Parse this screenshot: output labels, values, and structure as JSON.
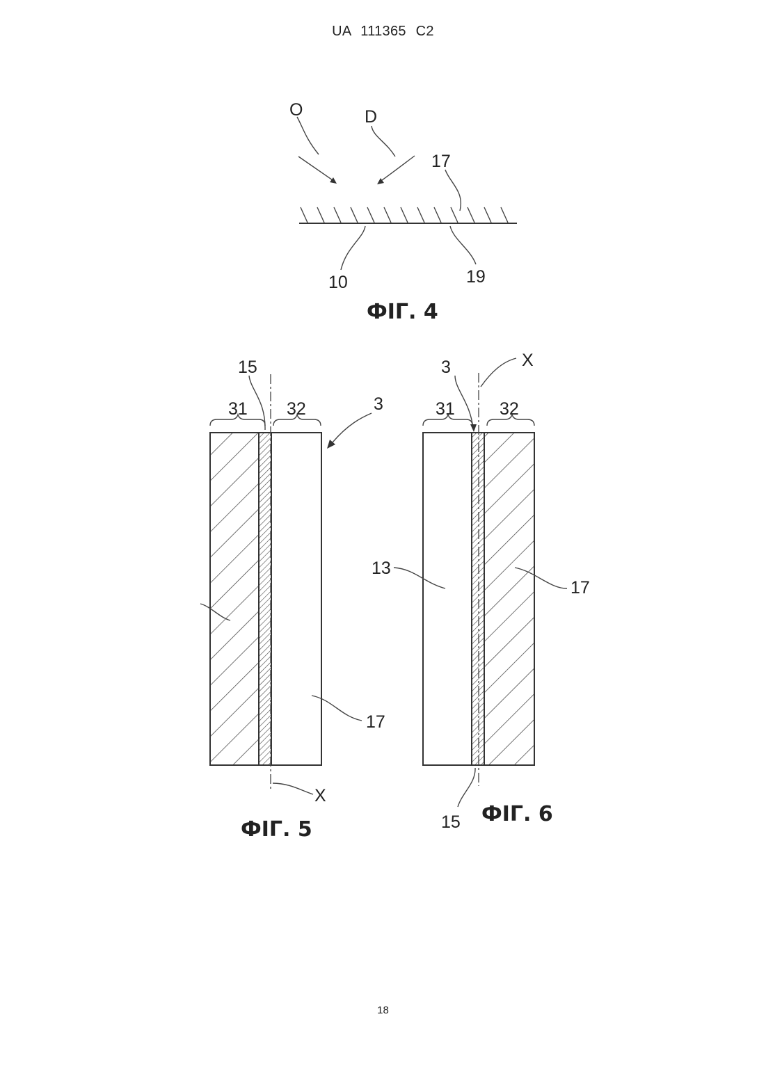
{
  "header": {
    "document_id": "UA 111365 C2"
  },
  "figures": {
    "fig4": {
      "caption": "ФІГ. 4",
      "labels": {
        "o": "O",
        "d": "D",
        "n17": "17",
        "n10": "10",
        "n19": "19"
      }
    },
    "fig5": {
      "caption": "ФІГ. 5",
      "labels": {
        "n15": "15",
        "n31": "31",
        "n32": "32",
        "n3": "3",
        "n17": "17",
        "x": "X"
      }
    },
    "fig6": {
      "caption": "ФІГ. 6",
      "labels": {
        "n3": "3",
        "x": "X",
        "n31": "31",
        "n32": "32",
        "n13": "13",
        "n17": "17",
        "n15": "15"
      }
    }
  },
  "footer": {
    "page_number": "18"
  }
}
